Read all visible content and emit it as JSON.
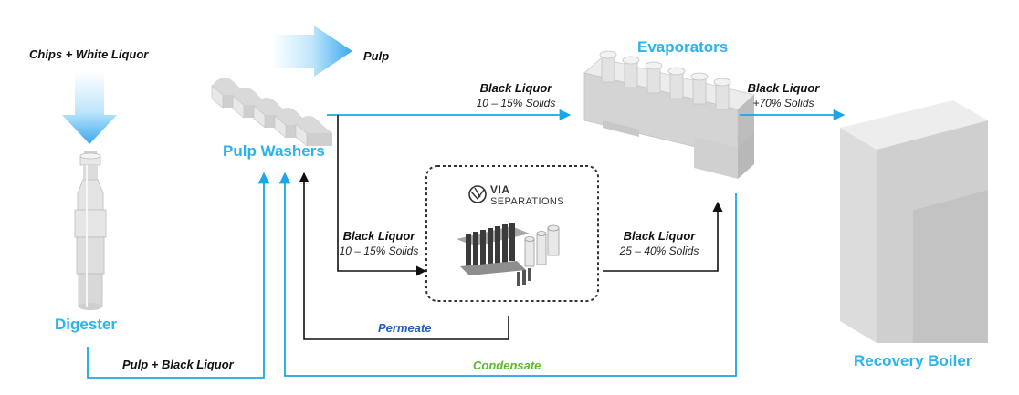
{
  "titles": {
    "digester": "Digester",
    "pulp_washers": "Pulp Washers",
    "evaporators": "Evaporators",
    "recovery_boiler": "Recovery Boiler"
  },
  "flows": {
    "chips_white_liquor": "Chips + White Liquor",
    "pulp": "Pulp",
    "pulp_black_liquor": "Pulp + Black Liquor",
    "washers_to_evap": {
      "label": "Black Liquor",
      "solids": "10 – 15% Solids"
    },
    "evap_to_boiler": {
      "label": "Black Liquor",
      "solids": "+70% Solids"
    },
    "washers_to_via": {
      "label": "Black Liquor",
      "solids": "10 – 15% Solids"
    },
    "via_to_evap": {
      "label": "Black Liquor",
      "solids": "25 – 40% Solids"
    },
    "permeate": "Permeate",
    "condensate": "Condensate"
  },
  "logo": {
    "name": "VIA",
    "sub": "SEPARATIONS"
  },
  "colors": {
    "title_blue": "#29b3ef",
    "flow_blue": "#1aa7e8",
    "permeate_blue": "#1f5fbf",
    "condensate_green": "#5cb82e",
    "line_black": "#111111"
  }
}
